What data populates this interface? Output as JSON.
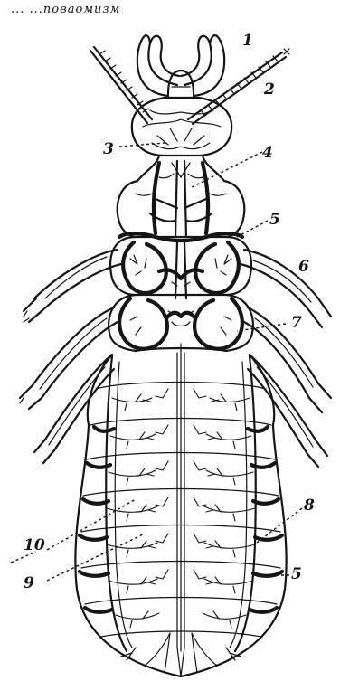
{
  "figure": {
    "header_fragment": "... ...поваомизм",
    "labels": [
      "1",
      "2",
      "3",
      "4",
      "5",
      "6",
      "7",
      "8",
      "9",
      "10",
      "5"
    ]
  },
  "colors": {
    "ink": "#151515",
    "paper": "#ffffff"
  }
}
